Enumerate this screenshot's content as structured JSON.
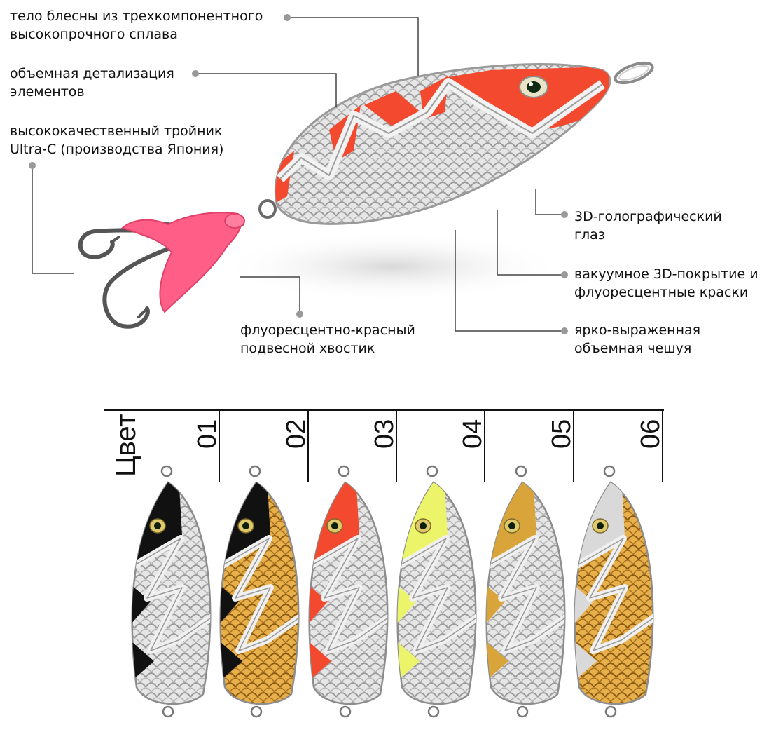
{
  "callouts": {
    "body_alloy": [
      "тело блесны из трехкомпонентного",
      "высокопрочного сплава"
    ],
    "detail": [
      "объемная детализация",
      "элементов"
    ],
    "hook": [
      "высококачественный тройник",
      "Ultra-C (производства Япония)"
    ],
    "eye": [
      "3D-голографический",
      "глаз"
    ],
    "coating": [
      "вакуумное 3D-покрытие и",
      "флуоресцентные краски"
    ],
    "tail": [
      "флуоресцентно-красный",
      "подвесной хвостик"
    ],
    "scales": [
      "ярко-выраженная",
      "объемная чешуя"
    ]
  },
  "swatch_table": {
    "header": "Цвет",
    "numbers": [
      "01",
      "02",
      "03",
      "04",
      "05",
      "06"
    ]
  },
  "colors": {
    "fluoro_red": "#f2492f",
    "silver": "#d9d9d9",
    "gold": "#d9a53a",
    "black": "#111111",
    "yellow": "#ecf56a",
    "pink_tail": "#ff5f86",
    "callout_dot": "#999999"
  },
  "variants": [
    {
      "id": "01",
      "accent": "black",
      "body": "silver"
    },
    {
      "id": "02",
      "accent": "black",
      "body": "gold"
    },
    {
      "id": "03",
      "accent": "fluoro_red",
      "body": "silver"
    },
    {
      "id": "04",
      "accent": "yellow",
      "body": "silver"
    },
    {
      "id": "05",
      "accent": "gold",
      "body": "silver"
    },
    {
      "id": "06",
      "accent": "silver",
      "body": "gold"
    }
  ]
}
